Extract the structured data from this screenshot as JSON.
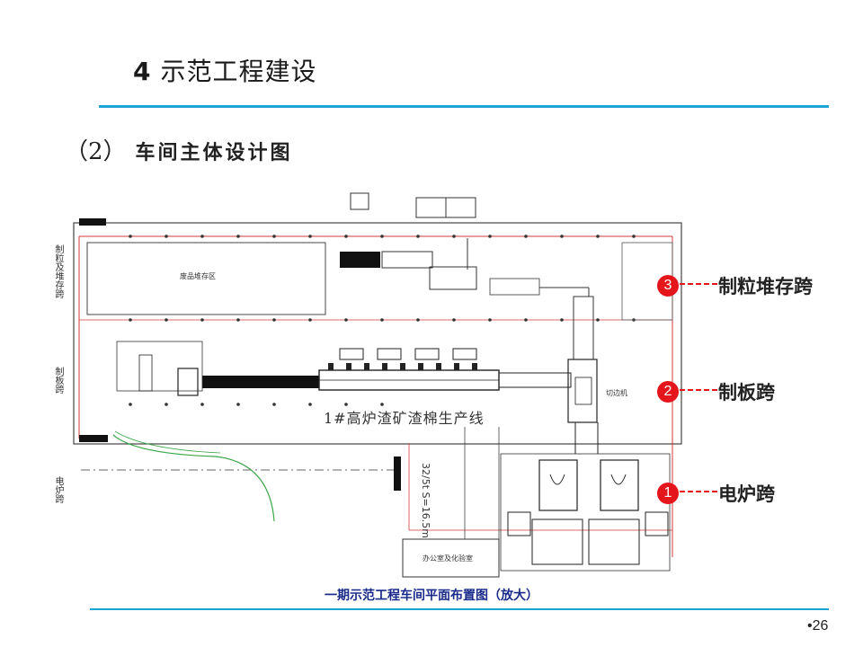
{
  "header": {
    "section_number": "4",
    "section_title": "示范工程建设"
  },
  "subheader": {
    "number": "（2）",
    "title": "车间主体设计图"
  },
  "drawing": {
    "production_line_label": "1#高炉渣矿渣棉生产线",
    "crane_label": "32/5t S=16.5m",
    "left_labels": {
      "pelletizing": "制粒及堆存跨",
      "board": "制板跨",
      "furnace": "电炉跨"
    },
    "area_labels": {
      "waste_storage": "废品堆存区",
      "office": "办公室及化验室",
      "cutting": "切边机"
    }
  },
  "markers": [
    {
      "number": "3",
      "label": "制粒堆存跨"
    },
    {
      "number": "2",
      "label": "制板跨"
    },
    {
      "number": "1",
      "label": "电炉跨"
    }
  ],
  "caption": "一期示范工程车间平面布置图（放大）",
  "page_number": "•26",
  "colors": {
    "accent_line": "#1ba3d6",
    "marker_red": "#e4161c",
    "caption_blue": "#1a2a8a",
    "wall_red": "#d03a3a",
    "curve_green": "#3aa64a"
  }
}
